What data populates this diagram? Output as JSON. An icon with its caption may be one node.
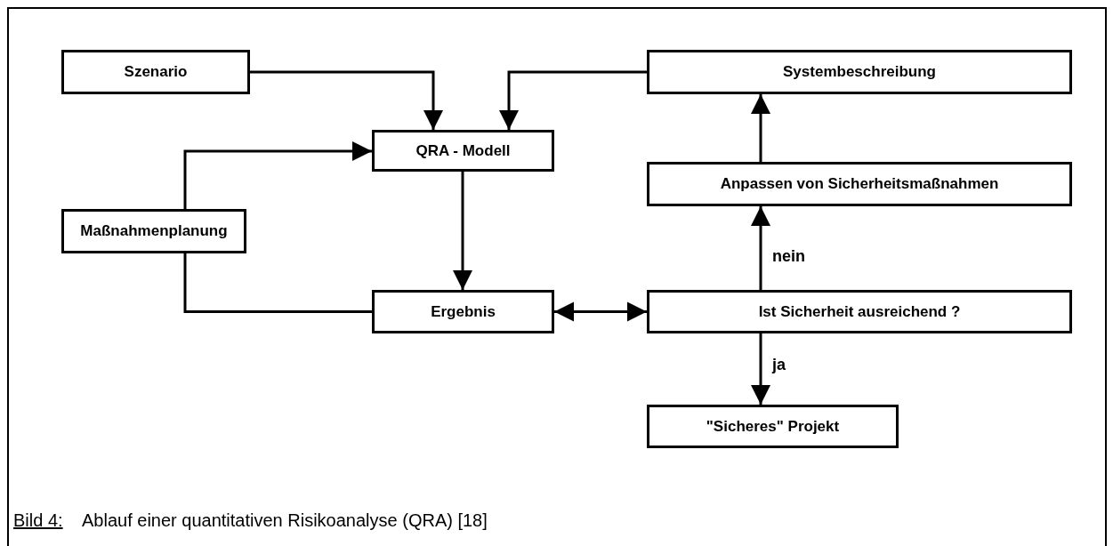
{
  "diagram": {
    "caption": "Ablauf einer quantitativen Risikoanalyse (QRA) [18]",
    "nodes": [
      {
        "text": [
          "Szenario"
        ]
      },
      {
        "text": [
          "Systembeschreibung"
        ]
      },
      {
        "text": [
          "QRA - Modell"
        ]
      },
      {
        "text": [
          "Anpassen von Sicherheitsmaßnahmen"
        ]
      },
      {
        "text": [
          "Maßnahmenplanung"
        ]
      },
      {
        "text": [
          "Ergebnis"
        ]
      },
      {
        "text": [
          "Ist Sicherheit ausreichend ?"
        ]
      },
      {
        "text": [
          "\"Sicheres\" Projekt"
        ]
      }
    ],
    "edges": [
      {
        "from": 0,
        "to": 2,
        "arrow": "to"
      },
      {
        "from": 1,
        "to": 2,
        "arrow": "to"
      },
      {
        "from": 4,
        "to": 2,
        "arrow": "to"
      },
      {
        "from": 5,
        "to": 4,
        "arrow": "none"
      },
      {
        "from": 2,
        "to": 5,
        "arrow": "to"
      },
      {
        "from": 5,
        "to": 6,
        "arrow": "both"
      },
      {
        "from": 6,
        "to": 3,
        "arrow": "to",
        "label": "nein"
      },
      {
        "from": 3,
        "to": 1,
        "arrow": "to"
      },
      {
        "from": 6,
        "to": 7,
        "arrow": "to",
        "label": "ja"
      }
    ],
    "labels": [
      "Bild 4:"
    ]
  }
}
